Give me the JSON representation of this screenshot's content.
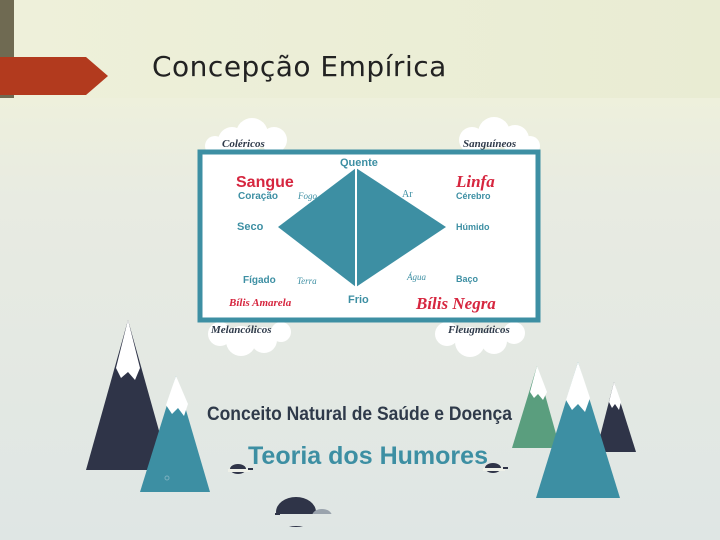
{
  "slide": {
    "title": "Concepção Empírica"
  },
  "diagram": {
    "corners": {
      "top_left": "Coléricos",
      "top_right": "Sanguíneos",
      "bottom_left": "Melancólicos",
      "bottom_right": "Fleugmáticos"
    },
    "axis": {
      "top": "Quente",
      "bottom": "Frio"
    },
    "humors": {
      "sangue": "Sangue",
      "linfa": "Linfa",
      "bilis_amarela": "Bílis Amarela",
      "bilis_negra": "Bílis Negra"
    },
    "organs": {
      "coracao": "Coração",
      "cerebro": "Cérebro",
      "figado": "Fígado",
      "baco": "Baço"
    },
    "elements": {
      "fogo": "Fogo",
      "ar": "Ar",
      "terra": "Terra",
      "agua": "Água"
    },
    "qualities": {
      "seco": "Seco",
      "humido": "Húmido"
    }
  },
  "caption": {
    "line1": "Conceito Natural de Saúde e Doença",
    "line2": "Teoria dos Humores"
  },
  "colors": {
    "frame": "#3d8fa3",
    "diamond": "#3d8fa3",
    "red": "#d6263f",
    "teal_text": "#3d8fa3",
    "dark_text": "#2f3a4a",
    "accent_bar": "#b23a1e"
  }
}
